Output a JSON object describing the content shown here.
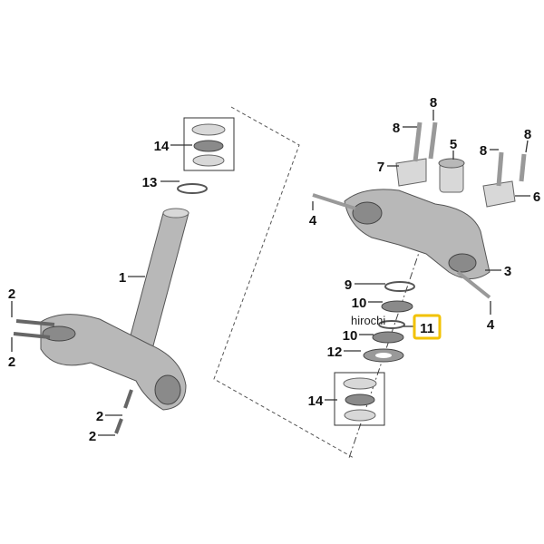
{
  "diagram": {
    "callouts": {
      "c14a": "14",
      "c13": "13",
      "c1": "1",
      "c2a": "2",
      "c2b": "2",
      "c2c": "2",
      "c2d": "2",
      "c8a": "8",
      "c8b": "8",
      "c5": "5",
      "c8c": "8",
      "c8d": "8",
      "c7": "7",
      "c6": "6",
      "c4a": "4",
      "c3": "3",
      "c9": "9",
      "c10a": "10",
      "c4b": "4",
      "c11": "11",
      "c10b": "10",
      "c12": "12",
      "c14b": "14"
    },
    "highlight_color": "#f2c200",
    "watermark": "hirochi"
  }
}
